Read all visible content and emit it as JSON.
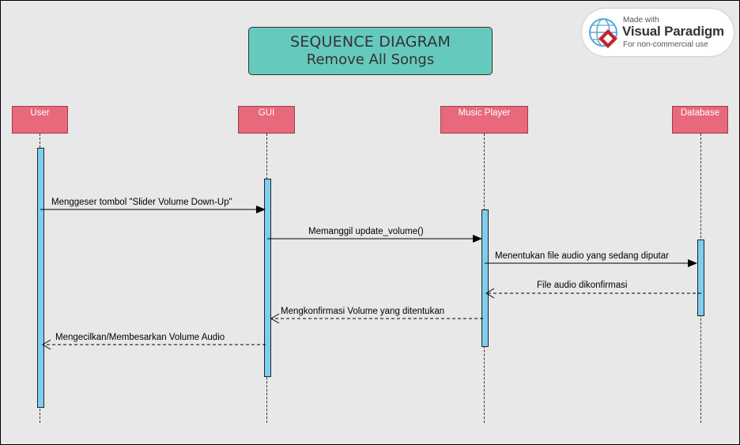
{
  "title": {
    "line1": "SEQUENCE DIAGRAM",
    "line2": "Remove All Songs"
  },
  "badge": {
    "made_with": "Made with",
    "brand": "Visual Paradigm",
    "note": "For non-commercial use"
  },
  "actors": [
    {
      "id": "user",
      "label": "User"
    },
    {
      "id": "gui",
      "label": "GUI"
    },
    {
      "id": "player",
      "label": "Music Player"
    },
    {
      "id": "database",
      "label": "Database"
    }
  ],
  "messages": [
    {
      "id": "m1",
      "label": "Menggeser tombol \"Slider Volume Down-Up\"",
      "from": "user",
      "to": "gui",
      "kind": "sync"
    },
    {
      "id": "m2",
      "label": "Memanggil update_volume()",
      "from": "gui",
      "to": "player",
      "kind": "sync"
    },
    {
      "id": "m3",
      "label": "Menentukan file audio yang sedang diputar",
      "from": "player",
      "to": "database",
      "kind": "sync"
    },
    {
      "id": "m4",
      "label": "File audio dikonfirmasi",
      "from": "database",
      "to": "player",
      "kind": "return"
    },
    {
      "id": "m5",
      "label": "Mengkonfirmasi Volume yang ditentukan",
      "from": "player",
      "to": "gui",
      "kind": "return"
    },
    {
      "id": "m6",
      "label": "Mengecilkan/Membesarkan Volume Audio",
      "from": "gui",
      "to": "user",
      "kind": "return"
    }
  ],
  "colors": {
    "actor_fill": "#e8687c",
    "activation_fill": "#7ecfef",
    "title_fill": "#66c9be",
    "background": "#e8e8e8"
  }
}
